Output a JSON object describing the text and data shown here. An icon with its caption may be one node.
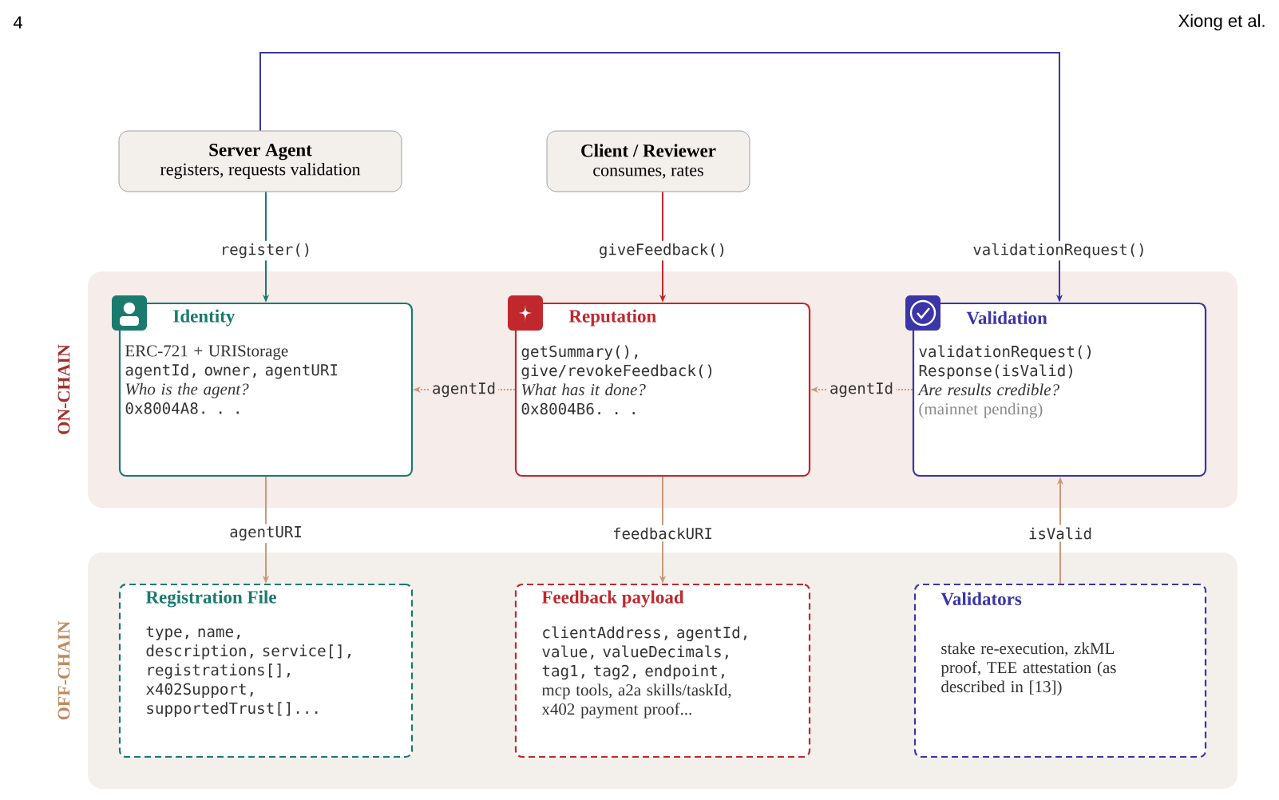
{
  "diagram": {
    "nodes": [
      {
        "text": [
          "Server Agent",
          "registers, requests validation"
        ]
      },
      {
        "text": [
          "Client / Reviewer",
          "consumes, rates"
        ]
      },
      {
        "text": [
          "ON-CHAIN"
        ]
      },
      {
        "text": [
          "Identity",
          "ERC-721 + URIStorage",
          "agentId, owner, agentURI",
          "Who is the agent?",
          "0x8004A8. . ."
        ],
        "in": 2
      },
      {
        "text": [
          "Reputation",
          "getSummary(), give/revokeFeedback()",
          "What has it done?",
          "0x8004B6. . ."
        ],
        "in": 2
      },
      {
        "text": [
          "Validation",
          "validationRequest() Response(isValid)",
          "Are results credible?",
          "(mainnet pending)"
        ],
        "in": 2
      },
      {
        "text": [
          "OFF-CHAIN"
        ]
      },
      {
        "text": [
          "Registration File",
          "type, name, description, service[], registrations[], x402Support, supportedTrust[]..."
        ],
        "in": 6
      },
      {
        "text": [
          "Feedback payload",
          "clientAddress, agentId, value, valueDecimals, tag1, tag2, endpoint,",
          "mcp tools, a2a skills/taskId, x402 payment proof..."
        ],
        "in": 6
      },
      {
        "text": [
          "Validators",
          "stake re-execution, zkML proof, TEE attestation (as described in [13])"
        ],
        "in": 6
      }
    ],
    "edges": [
      {
        "from": 0,
        "to": 3,
        "arrow": "to",
        "label": "register()",
        "color": "#1a7a6e"
      },
      {
        "from": 1,
        "to": 4,
        "arrow": "to",
        "label": "giveFeedback()",
        "color": "#c0282d"
      },
      {
        "from": 0,
        "to": 5,
        "arrow": "to",
        "label": "validationRequest()",
        "color": "#3a35a8"
      },
      {
        "from": 4,
        "to": 3,
        "arrow": "to",
        "label": "agentId",
        "style": "dashed"
      },
      {
        "from": 5,
        "to": 4,
        "arrow": "to",
        "label": "agentId",
        "style": "dashed"
      },
      {
        "from": 3,
        "to": 7,
        "arrow": "to",
        "label": "agentURI"
      },
      {
        "from": 4,
        "to": 8,
        "arrow": "to",
        "label": "feedbackURI"
      },
      {
        "from": 9,
        "to": 5,
        "arrow": "to",
        "label": "isValid"
      }
    ],
    "labels": [
      "4",
      "Xiong et al."
    ]
  }
}
